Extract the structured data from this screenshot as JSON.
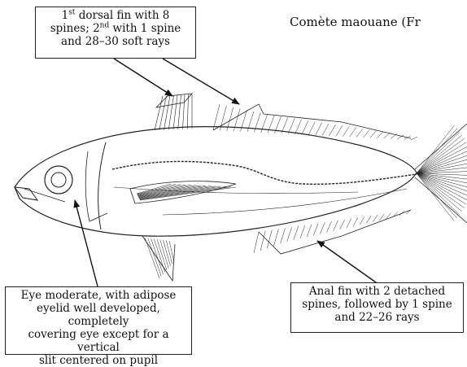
{
  "species": {
    "name": "Comète maouane (Fr"
  },
  "callouts": {
    "dorsal": {
      "seg1": "1",
      "seg1_sup": "st",
      "seg2": " dorsal fin with 8",
      "seg3": "spines; 2",
      "seg3_sup": "nd",
      "seg4": " with 1 spine",
      "seg5": "and 28–30 soft rays"
    },
    "eye": {
      "lines": [
        "Eye moderate, with adipose",
        "eyelid well developed, completely",
        "covering eye except for a vertical",
        "slit centered on pupil"
      ]
    },
    "anal": {
      "lines": [
        "Anal fin with 2 detached",
        "spines, followed by 1 spine",
        "and 22–26 rays"
      ]
    }
  }
}
